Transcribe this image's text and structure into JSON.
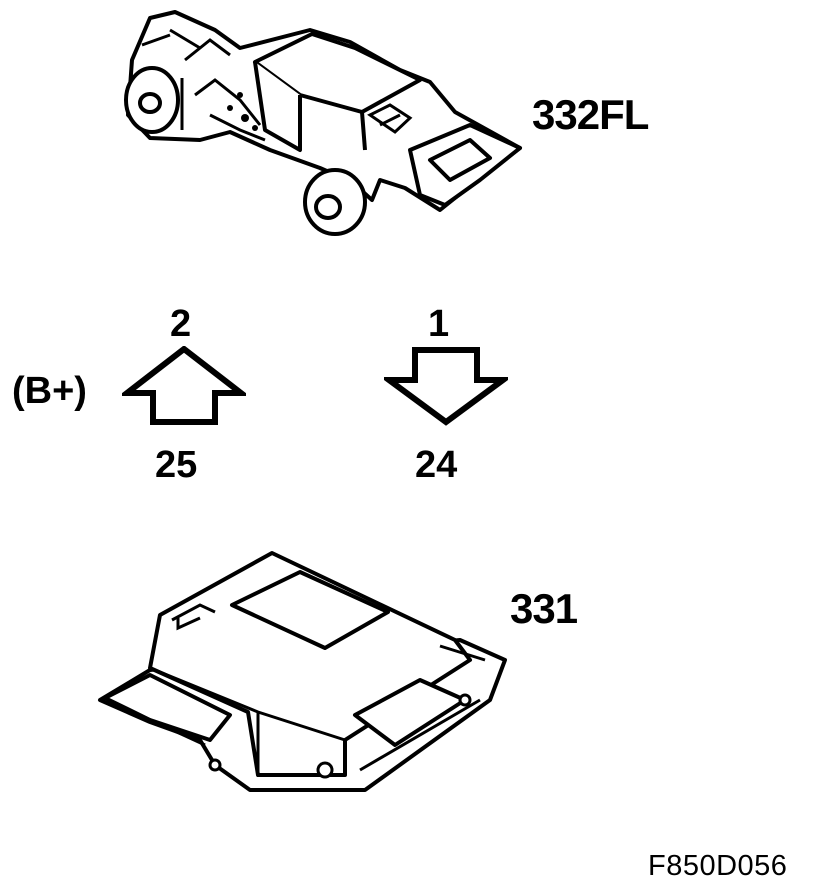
{
  "components": {
    "sensor_label": "332FL",
    "control_unit_label": "331"
  },
  "connection_left": {
    "prefix": "(B+)",
    "top_pin": "2",
    "bottom_pin": "25",
    "arrow_direction": "up"
  },
  "connection_right": {
    "top_pin": "1",
    "bottom_pin": "24",
    "arrow_direction": "down"
  },
  "figure_code": "F850D056"
}
